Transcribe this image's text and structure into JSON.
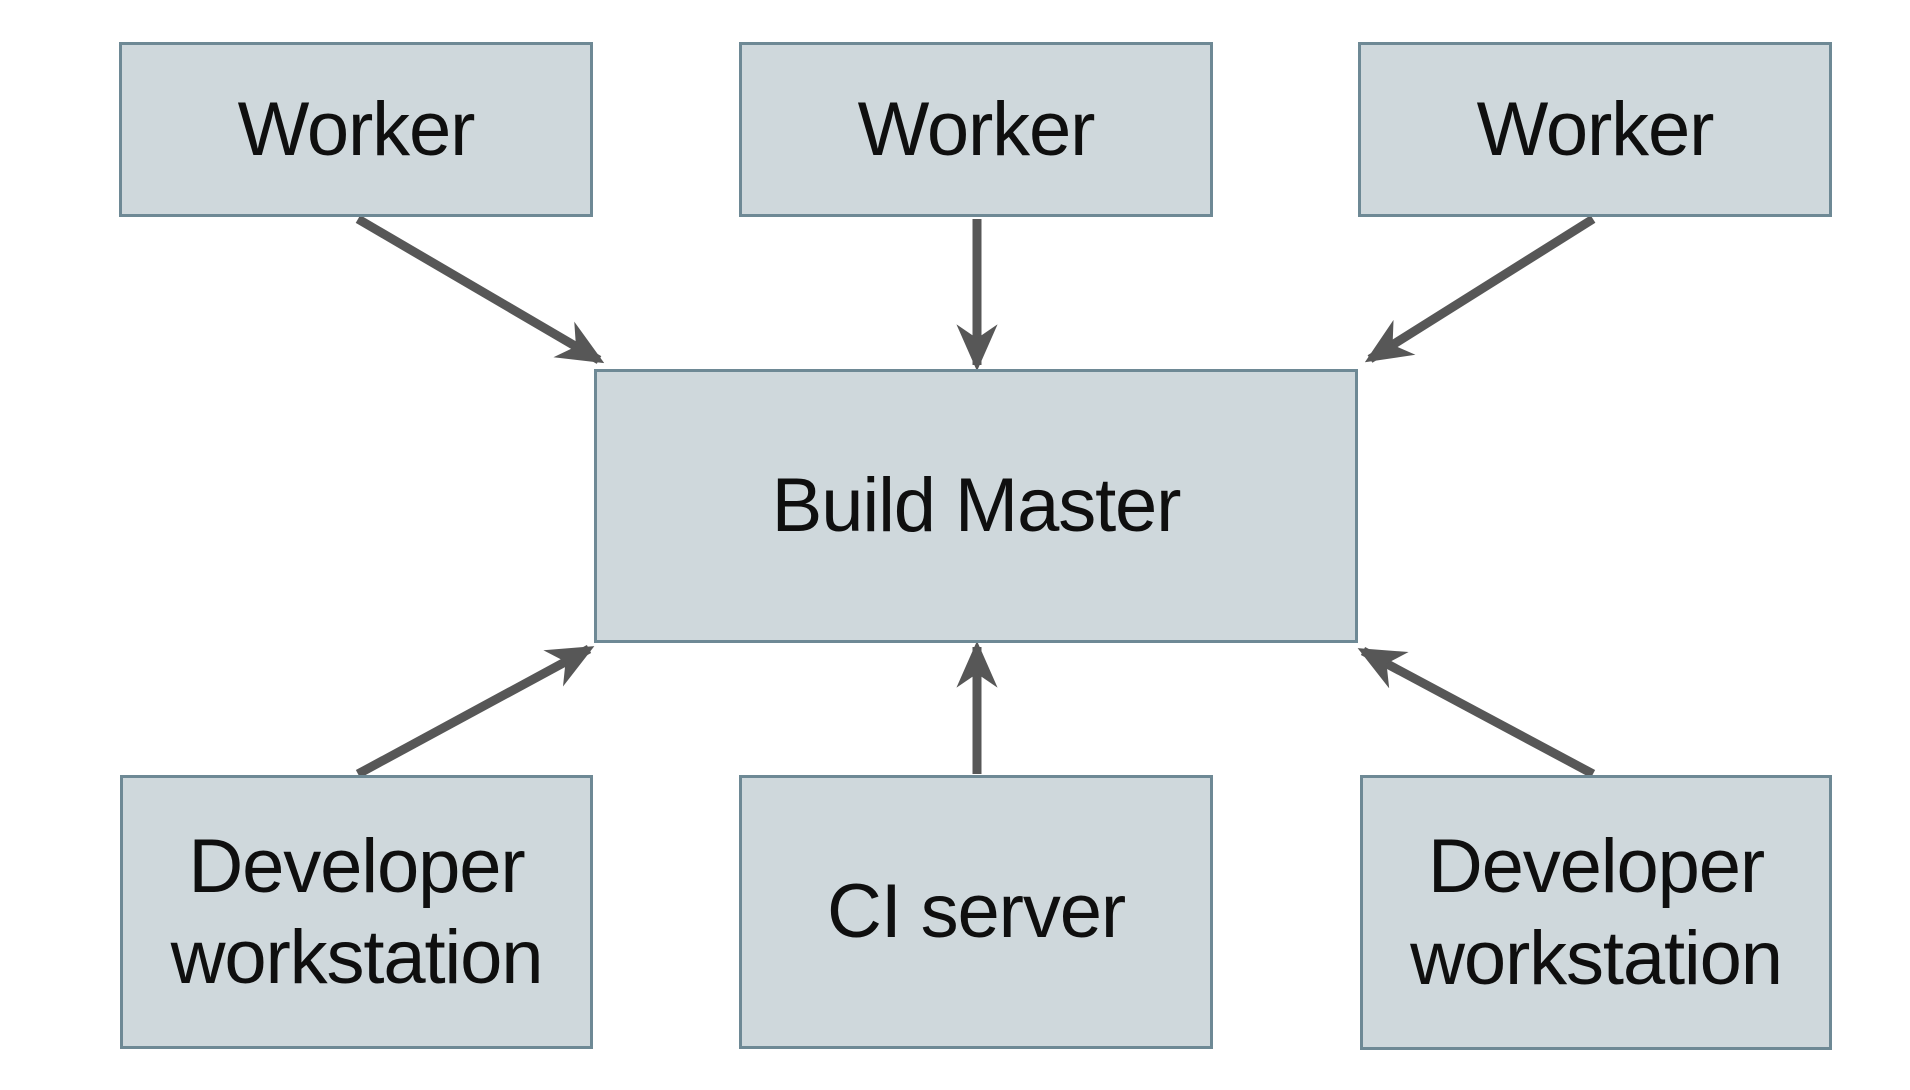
{
  "diagram": {
    "type": "architecture-diagram",
    "nodes": {
      "worker_1": {
        "label": "Worker"
      },
      "worker_2": {
        "label": "Worker"
      },
      "worker_3": {
        "label": "Worker"
      },
      "build_master": {
        "label": "Build Master"
      },
      "dev_workstation_left": {
        "label": "Developer workstation"
      },
      "ci_server": {
        "label": "CI server"
      },
      "dev_workstation_right": {
        "label": "Developer workstation"
      }
    },
    "edges": [
      {
        "from": "worker_1",
        "to": "build_master",
        "direction": "down-right"
      },
      {
        "from": "worker_2",
        "to": "build_master",
        "direction": "down"
      },
      {
        "from": "worker_3",
        "to": "build_master",
        "direction": "down-left"
      },
      {
        "from": "dev_workstation_left",
        "to": "build_master",
        "direction": "up-right"
      },
      {
        "from": "ci_server",
        "to": "build_master",
        "direction": "up"
      },
      {
        "from": "dev_workstation_right",
        "to": "build_master",
        "direction": "up-left"
      }
    ],
    "colors": {
      "background": "#ffffff",
      "node_fill": "#cfd8dc",
      "node_border": "#6e8995",
      "arrow": "#575757",
      "text": "#0f0f0f"
    }
  }
}
